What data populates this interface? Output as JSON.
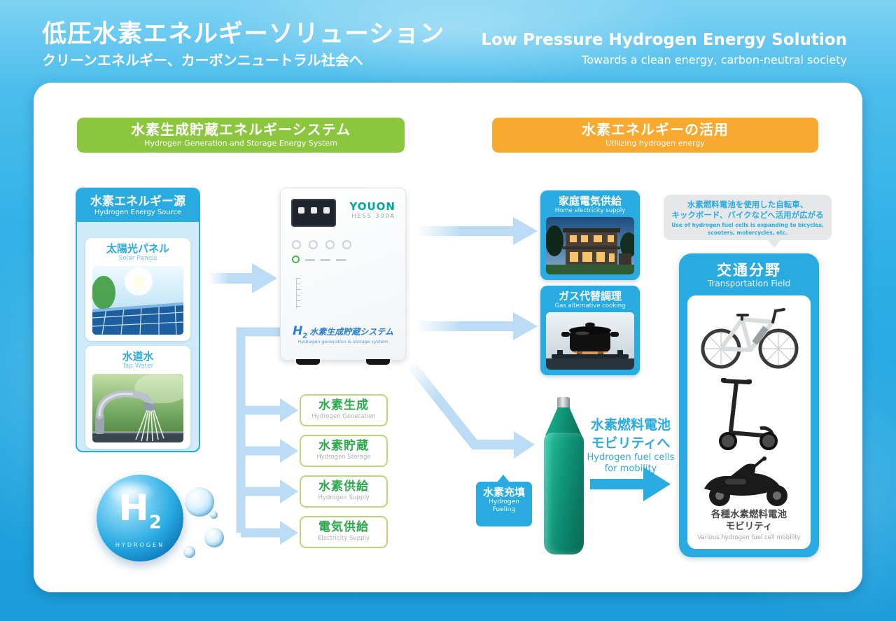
{
  "header": {
    "title_jp": "低圧水素エネルギーソリューション",
    "subtitle_jp": "クリーンエネルギー、カーボンニュートラル社会へ",
    "title_en": "Low Pressure Hydrogen Energy Solution",
    "subtitle_en": "Towards a clean energy, carbon-neutral society"
  },
  "sections": {
    "generation": {
      "title_jp": "水素生成貯蔵エネルギーシステム",
      "title_en": "Hydrogen Generation and Storage Energy System"
    },
    "utilization": {
      "title_jp": "水素エネルギーの活用",
      "title_en": "Utilizing hydrogen energy"
    }
  },
  "energy_source": {
    "title_jp": "水素エネルギー源",
    "title_en": "Hydrogen Energy Source",
    "items": [
      {
        "label_jp": "太陽光パネル",
        "label_en": "Solar Panels"
      },
      {
        "label_jp": "水道水",
        "label_en": "Tap Water"
      }
    ]
  },
  "device": {
    "brand": "YOUON",
    "model": "HESS 300A",
    "h": "H",
    "h_sub": "2",
    "label_jp": "水素生成貯蔵システム",
    "label_en": "Hydrogen generation & storage system"
  },
  "steps": [
    {
      "jp": "水素生成",
      "en": "Hydrogen Generation"
    },
    {
      "jp": "水素貯蔵",
      "en": "Hydrogen Storage"
    },
    {
      "jp": "水素供給",
      "en": "Hydrogen Supply"
    },
    {
      "jp": "電気供給",
      "en": "Electricity Supply"
    }
  ],
  "applications": [
    {
      "jp": "家庭電気供給",
      "en": "Home electricity supply"
    },
    {
      "jp": "ガス代替調理",
      "en": "Gas alternative cooking"
    }
  ],
  "callout": {
    "jp_line1": "水素燃料電池を使用した自転車、",
    "jp_line2": "キックボード、バイクなどへ活用が広がる",
    "en_line1": "Use of hydrogen fuel cells is expanding to bicycles,",
    "en_line2": "scooters, motorcycles, etc."
  },
  "transportation": {
    "title_jp": "交通分野",
    "title_en": "Transportation Field",
    "caption_jp_line1": "各種水素燃料電池",
    "caption_jp_line2": "モビリティ",
    "caption_en": "Various hydrogen fuel cell mobility"
  },
  "fueling": {
    "jp": "水素充填",
    "en_line1": "Hydrogen",
    "en_line2": "Fueling"
  },
  "mobility": {
    "jp_line1": "水素燃料電池",
    "jp_line2": "モビリティへ",
    "en_line1": "Hydrogen fuel cells",
    "en_line2": "for mobility"
  },
  "h2_logo": {
    "letter": "H",
    "sub": "2",
    "caption": "HYDROGEN"
  },
  "colors": {
    "accent_blue": "#29ABE2",
    "section_green": "#8CC63F",
    "section_orange": "#F7A930",
    "arrow_light": "#BCDBF4",
    "step_text_green": "#2BA84A",
    "device_brand_teal": "#00A79D",
    "bottle_green": "#109478"
  }
}
